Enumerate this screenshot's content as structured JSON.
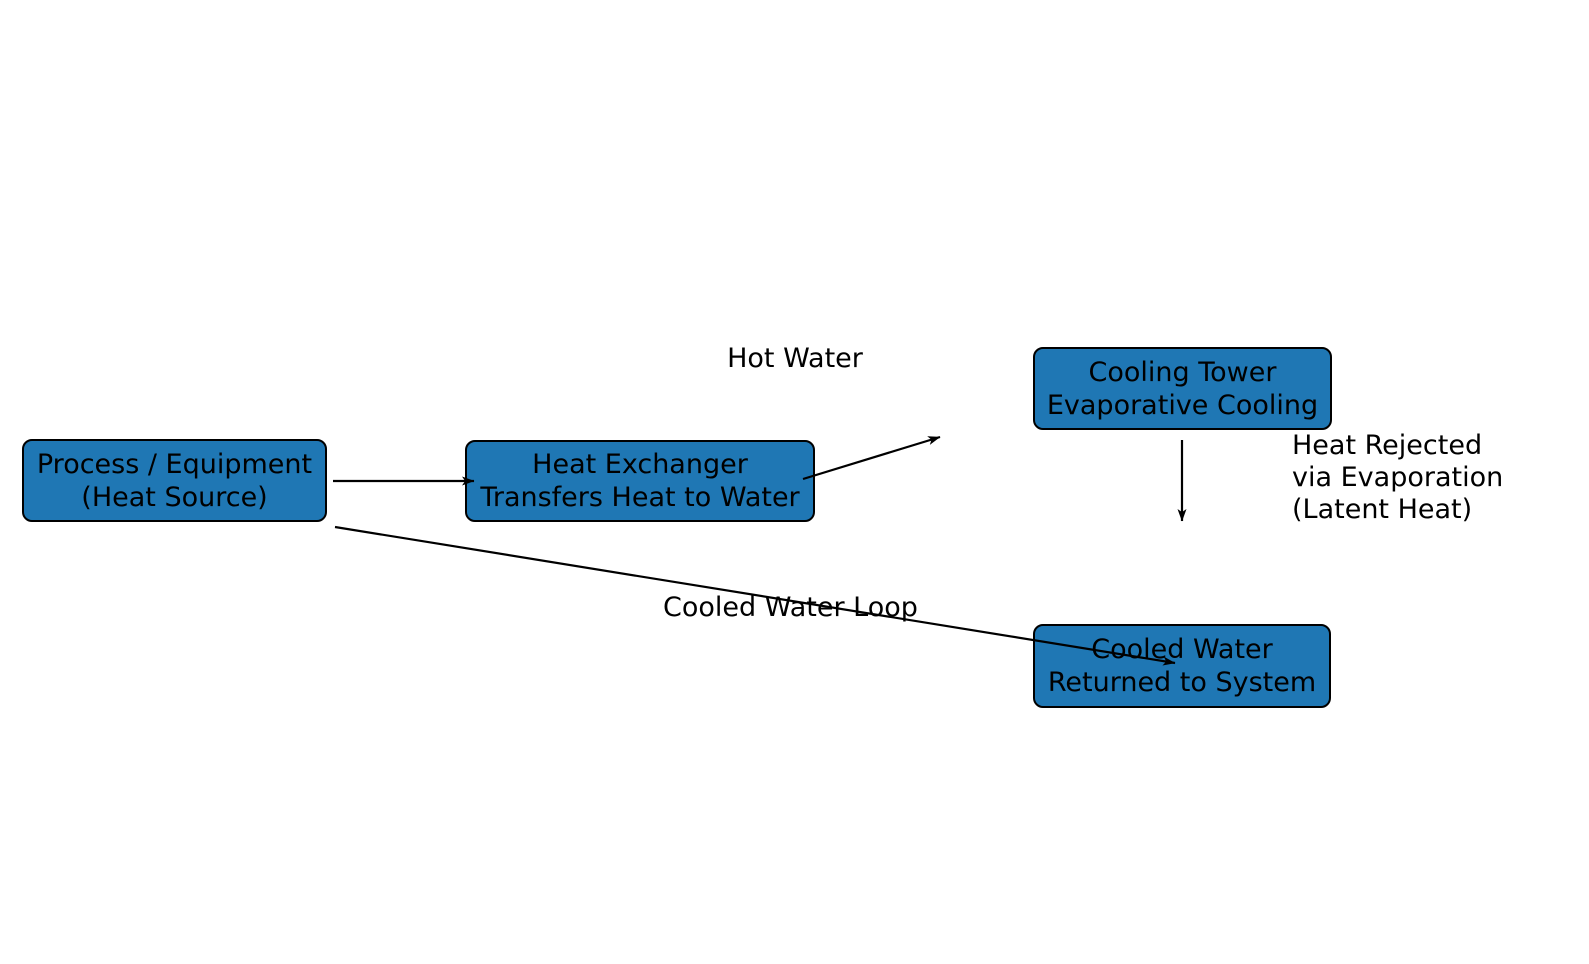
{
  "diagram": {
    "title": "Cooling tower heat-rejection loop flowchart",
    "colors": {
      "background": "#ffffff",
      "node_fill": "#1f77b4",
      "node_border": "#000000",
      "text": "#000000",
      "arrow": "#000000"
    },
    "nodes": {
      "process": {
        "line1": "Process / Equipment",
        "line2": "(Heat Source)"
      },
      "heat_exchanger": {
        "line1": "Heat Exchanger",
        "line2": "Transfers Heat to Water"
      },
      "cooling_tower": {
        "line1": "Cooling Tower",
        "line2": "Evaporative Cooling"
      },
      "cooled_water": {
        "line1": "Cooled Water",
        "line2": "Returned to System"
      }
    },
    "labels": {
      "hot_water": "Hot Water",
      "cooled_water_loop": "Cooled Water Loop",
      "heat_rejected": {
        "line1": "Heat Rejected",
        "line2": "via Evaporation",
        "line3": "(Latent Heat)"
      }
    },
    "edges": [
      {
        "from": "process",
        "to": "heat_exchanger",
        "label": ""
      },
      {
        "from": "heat_exchanger",
        "to": "cooling_tower",
        "label": "Hot Water"
      },
      {
        "from": "cooling_tower",
        "to": "heat_rejected_annotation",
        "label": "Heat Rejected via Evaporation (Latent Heat)"
      },
      {
        "from": "process",
        "to": "cooled_water",
        "label": "Cooled Water Loop"
      }
    ]
  }
}
